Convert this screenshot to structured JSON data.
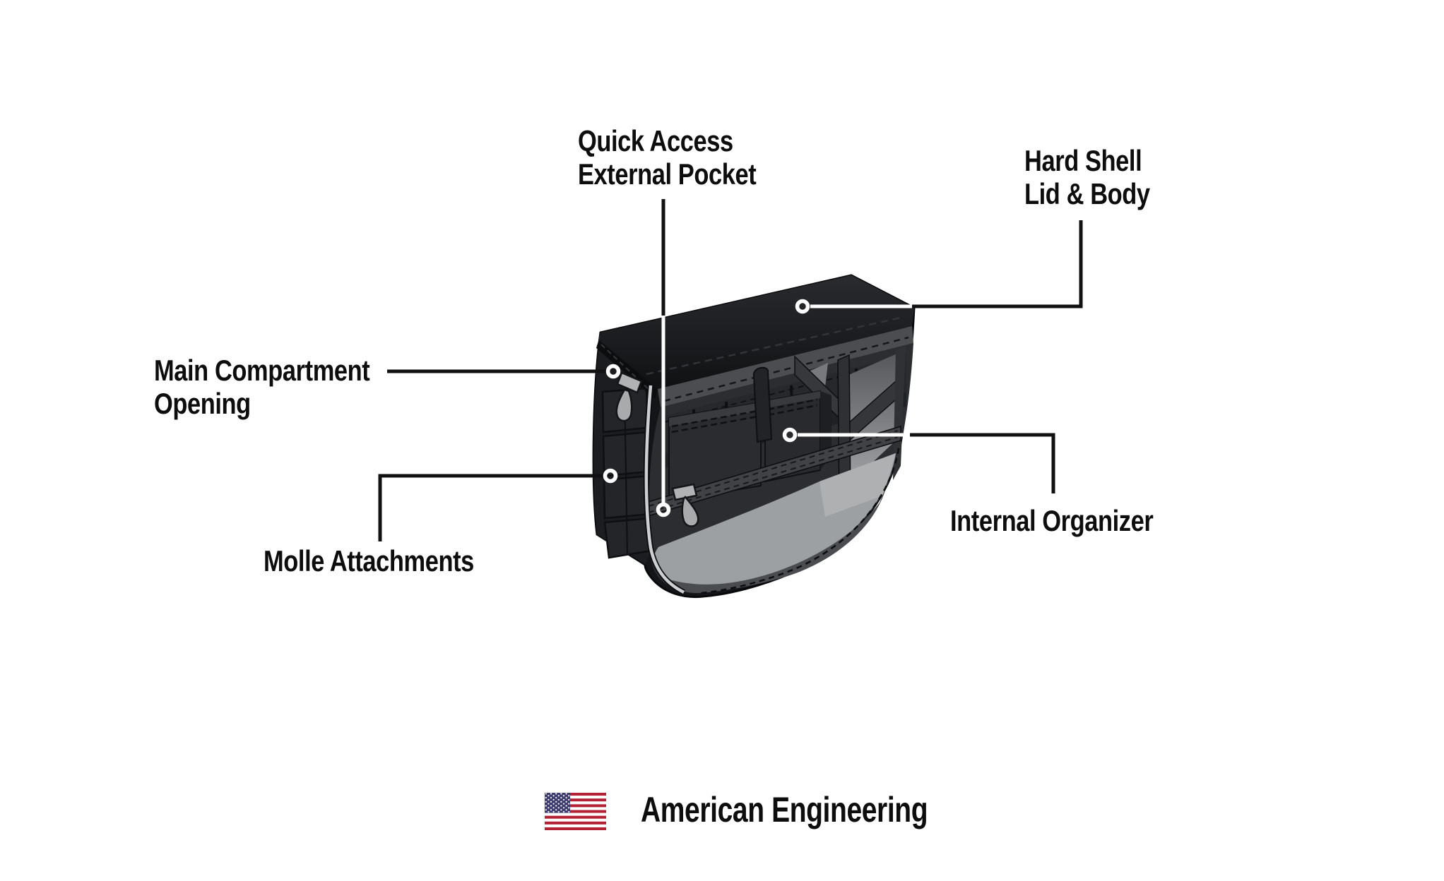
{
  "diagram": {
    "title_context": "hard shell saddlebag feature callout diagram",
    "labels": {
      "quick_access": {
        "line1": "Quick Access",
        "line2": "External Pocket"
      },
      "hard_shell": {
        "line1": "Hard Shell",
        "line2": "Lid & Body"
      },
      "main_compartment": {
        "line1": "Main Compartment",
        "line2": "Opening"
      },
      "molle": {
        "line1": "Molle Attachments"
      },
      "internal_organizer": {
        "line1": "Internal Organizer"
      }
    },
    "footer": {
      "text": "American Engineering",
      "flag_icon": "us-flag-icon"
    },
    "colors": {
      "background": "#ffffff",
      "label_text": "#0d0d0d",
      "connector_black": "#111111",
      "connector_white": "#ffffff",
      "marker_ring": "#ffffff",
      "bag_shell": "#141518",
      "bag_rim": "#4b4d50",
      "interior_floor": "#9da0a2",
      "piping": "#cdcfd1",
      "zipper_pull": "#a8aaac",
      "flag_red": "#B22234",
      "flag_blue": "#3C3B6E",
      "flag_white": "#ffffff"
    }
  }
}
